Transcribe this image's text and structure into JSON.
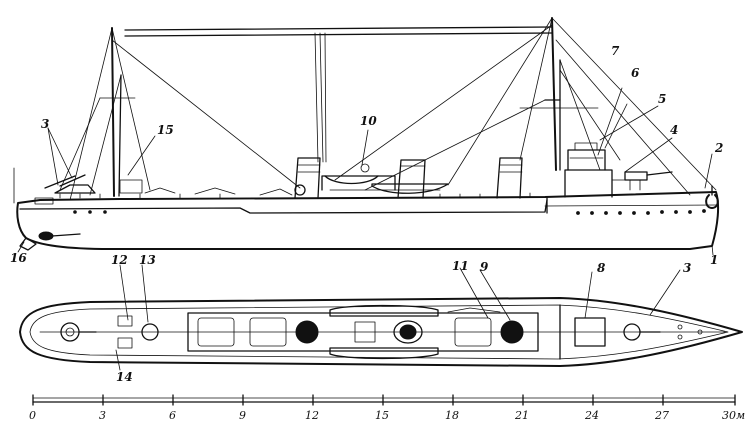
{
  "callouts": [
    {
      "id": "c1",
      "text": "1"
    },
    {
      "id": "c2",
      "text": "2"
    },
    {
      "id": "c3a",
      "text": "3"
    },
    {
      "id": "c3b",
      "text": "3"
    },
    {
      "id": "c4",
      "text": "4"
    },
    {
      "id": "c5",
      "text": "5"
    },
    {
      "id": "c6",
      "text": "6"
    },
    {
      "id": "c7",
      "text": "7"
    },
    {
      "id": "c8",
      "text": "8"
    },
    {
      "id": "c9",
      "text": "9"
    },
    {
      "id": "c10",
      "text": "10"
    },
    {
      "id": "c11",
      "text": "11"
    },
    {
      "id": "c12",
      "text": "12"
    },
    {
      "id": "c13",
      "text": "13"
    },
    {
      "id": "c14",
      "text": "14"
    },
    {
      "id": "c15",
      "text": "15"
    },
    {
      "id": "c16",
      "text": "16"
    }
  ],
  "scale": {
    "ticks": [
      "0",
      "3",
      "6",
      "9",
      "12",
      "15",
      "18",
      "21",
      "24",
      "27",
      "30м"
    ]
  }
}
